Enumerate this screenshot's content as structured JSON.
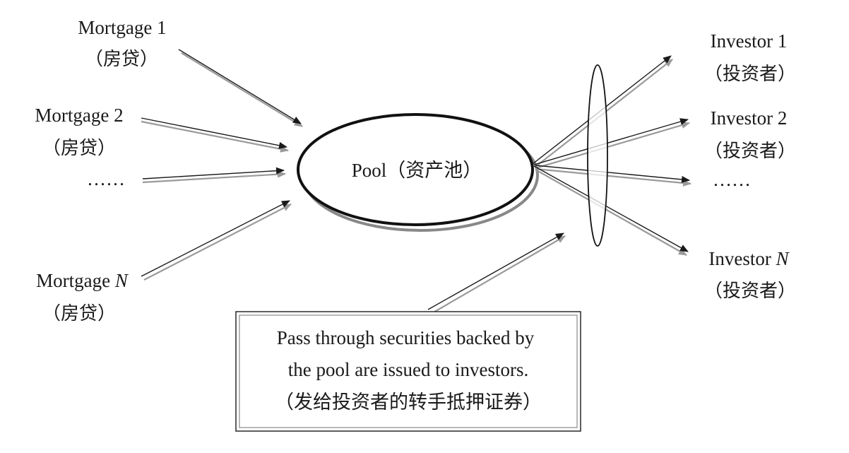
{
  "mortgages": [
    {
      "label_pre": "Mortgage 1",
      "label_italic": "",
      "sub": "（房贷）"
    },
    {
      "label_pre": "Mortgage 2",
      "label_italic": "",
      "sub": "（房贷）"
    },
    {
      "label_pre": "……",
      "label_italic": "",
      "sub": ""
    },
    {
      "label_pre": "Mortgage ",
      "label_italic": "N",
      "sub": "（房贷）"
    }
  ],
  "pool": {
    "label": "Pool（资产池）"
  },
  "investors": [
    {
      "label_pre": "Investor 1",
      "label_italic": "",
      "sub": "（投资者）"
    },
    {
      "label_pre": "Investor 2",
      "label_italic": "",
      "sub": "（投资者）"
    },
    {
      "label_pre": "……",
      "label_italic": "",
      "sub": ""
    },
    {
      "label_pre": "Investor ",
      "label_italic": "N",
      "sub": "（投资者）"
    }
  ],
  "note": {
    "line1": "Pass through securities backed by",
    "line2": "the pool are issued to investors.",
    "line3": "（发给投资者的转手抵押证券）"
  }
}
